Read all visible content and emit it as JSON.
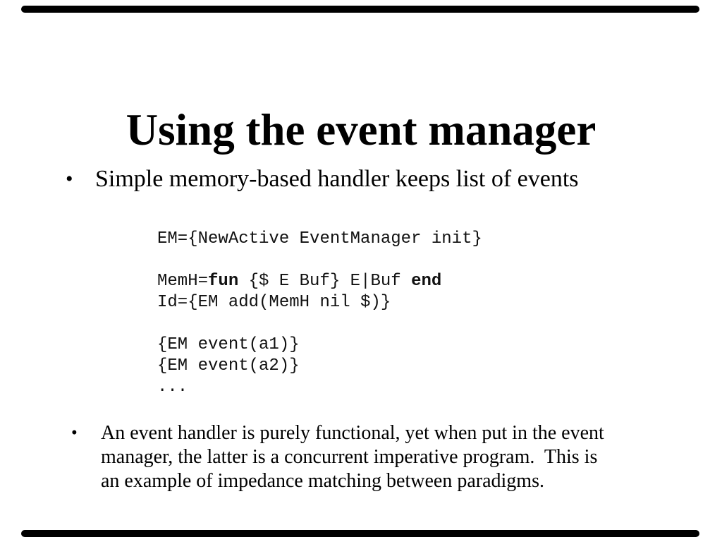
{
  "slide": {
    "title": "Using the event manager",
    "bullet_char": "•",
    "bullet1": "Simple memory-based handler keeps list of events",
    "code": {
      "lines": [
        [
          {
            "text": "EM={NewActive EventManager init}",
            "bold": false
          }
        ],
        [],
        [
          {
            "text": "MemH=",
            "bold": false
          },
          {
            "text": "fun",
            "bold": true
          },
          {
            "text": " {$ E Buf} E|Buf ",
            "bold": false
          },
          {
            "text": "end",
            "bold": true
          }
        ],
        [
          {
            "text": "Id={EM add(MemH nil $)}",
            "bold": false
          }
        ],
        [],
        [
          {
            "text": "{EM event(a1)}",
            "bold": false
          }
        ],
        [
          {
            "text": "{EM event(a2)}",
            "bold": false
          }
        ],
        [
          {
            "text": "...",
            "bold": false
          }
        ]
      ]
    },
    "bullet2_lines": [
      "An event handler is purely functional, yet when put in the event",
      "manager, the latter is a concurrent imperative program.  This is",
      "an example of impedance matching between paradigms."
    ],
    "colors": {
      "background": "#ffffff",
      "text": "#000000",
      "edge_bar": "#000000"
    }
  }
}
